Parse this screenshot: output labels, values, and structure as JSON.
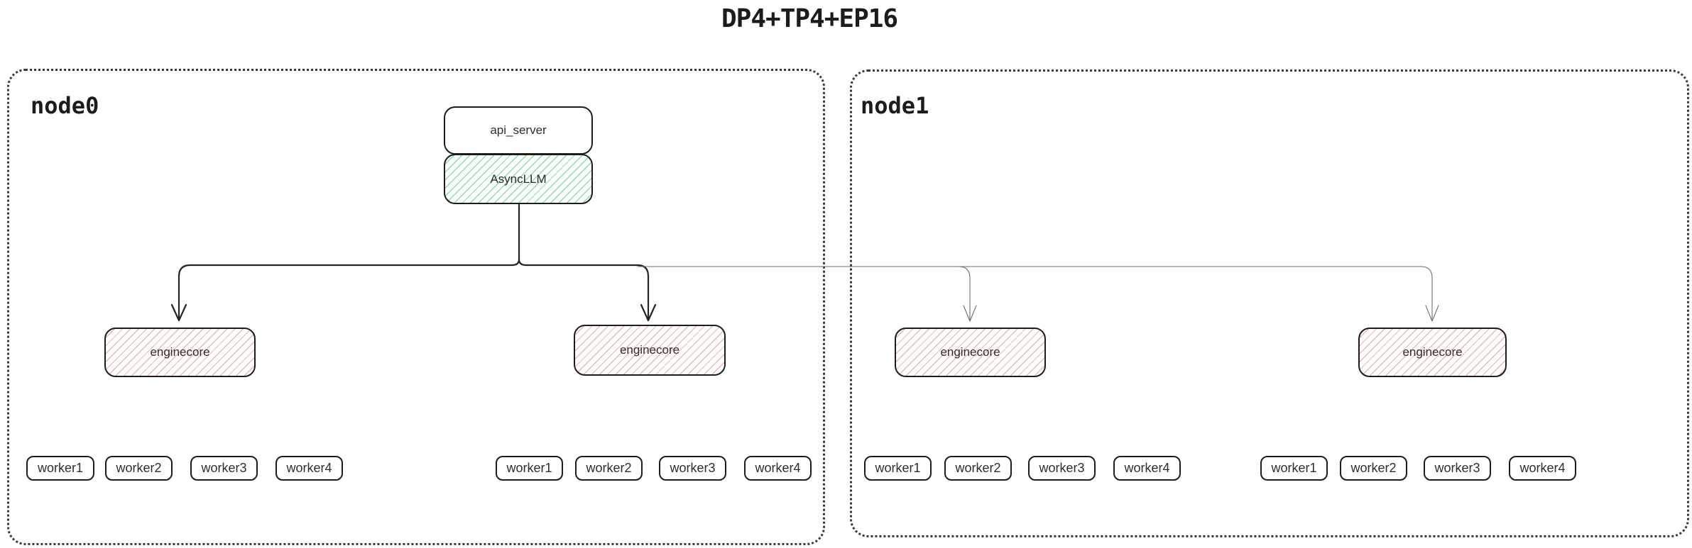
{
  "title": "DP4+TP4+EP16",
  "colors": {
    "hatch_green": "#8ae0a0",
    "hatch_red": "#f1b6b0",
    "line_dark": "#232323",
    "line_light": "#6e6e6e",
    "box_border": "#1d1d1d"
  },
  "node0": {
    "label": "node0",
    "api_server_label": "api_server",
    "asyncllm_label": "AsyncLLM",
    "enginecores": [
      {
        "label": "enginecore"
      },
      {
        "label": "enginecore"
      }
    ],
    "worker_groups": [
      {
        "workers": [
          "worker1",
          "worker2",
          "worker3",
          "worker4"
        ]
      },
      {
        "workers": [
          "worker1",
          "worker2",
          "worker3",
          "worker4"
        ]
      }
    ]
  },
  "node1": {
    "label": "node1",
    "enginecores": [
      {
        "label": "enginecore"
      },
      {
        "label": "enginecore"
      }
    ],
    "worker_groups": [
      {
        "workers": [
          "worker1",
          "worker2",
          "worker3",
          "worker4"
        ]
      },
      {
        "workers": [
          "worker1",
          "worker2",
          "worker3",
          "worker4"
        ]
      }
    ]
  }
}
